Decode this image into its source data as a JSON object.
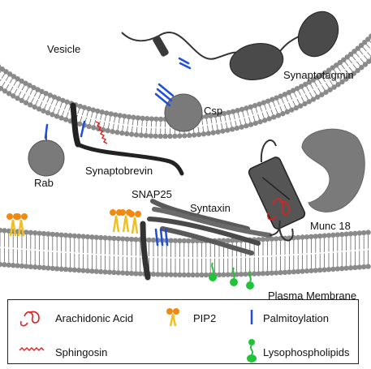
{
  "labels": {
    "vesicle": "Vesicle",
    "synaptotagmin": "Synaptotagmin",
    "csp": "Csp",
    "rab": "Rab",
    "synaptobrevin": "Synaptobrevin",
    "snap25": "SNAP25",
    "syntaxin": "Syntaxin",
    "munc18": "Munc 18",
    "plasma_membrane": "Plasma Membrane"
  },
  "legend": {
    "arachidonic_acid": "Arachidonic Acid",
    "pip2": "PIP2",
    "palmitoylation": "Palmitoylation",
    "sphingosin": "Sphingosin",
    "lysophospholipids": "Lysophospholipids"
  },
  "colors": {
    "lipid_head": "#8a8a8a",
    "protein_gray": "#7a7a7a",
    "protein_dark": "#4a4a4a",
    "helix_dark": "#2e2e2e",
    "arachidonic": "#e02020",
    "palmitoyl": "#1f4fd8",
    "pip2_head": "#f08a10",
    "pip2_tail": "#f0c020",
    "lyso_green": "#22c33a"
  }
}
